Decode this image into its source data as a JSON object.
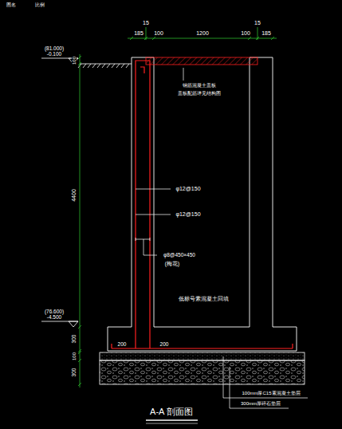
{
  "diagram": {
    "title": "A-A 剖面图",
    "labels": [
      "图名",
      "比例",
      "15",
      "15",
      "185",
      "100",
      "1200",
      "100",
      "185",
      "(81.000)",
      "-0.100",
      "100",
      "4400",
      "(76.600)",
      "-4.500",
      "300",
      "100",
      "300",
      "钢筋混凝土盖板",
      "盖板配筋详见结构图",
      "φ12@150",
      "φ12@150",
      "φ8@450×450",
      "(梅花)",
      "低标号素混凝土回填",
      "200",
      "200",
      "100mm厚C15素混凝土垫层",
      "300mm厚碎石垫层"
    ]
  }
}
